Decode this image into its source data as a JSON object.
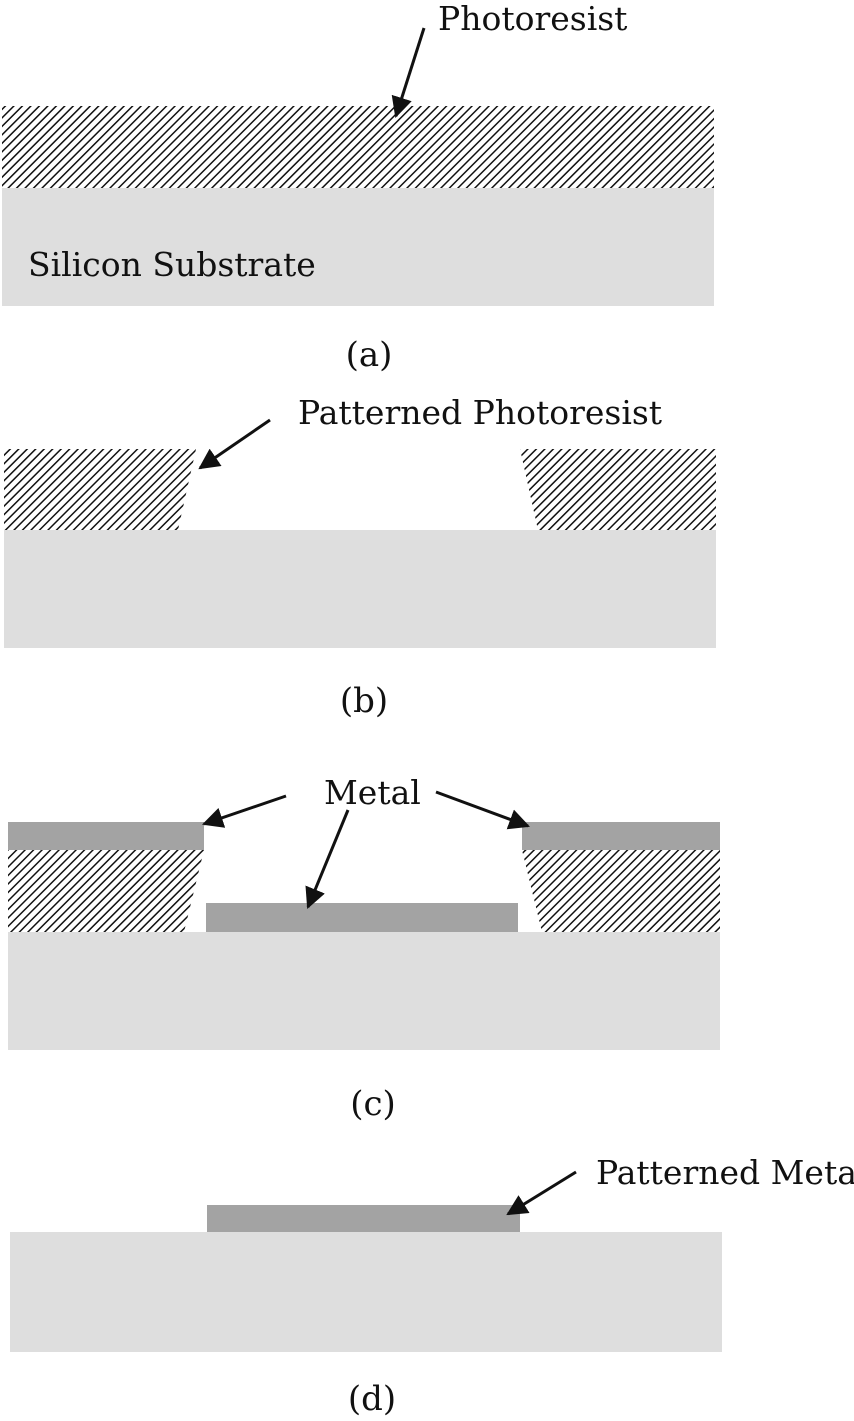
{
  "colors": {
    "substrate": "#dedede",
    "metal": "#a3a3a3",
    "hatch_line": "#111111",
    "text": "#111111",
    "arrow": "#111111"
  },
  "panels": {
    "a": {
      "caption": "(a)",
      "photoresist_label": "Photoresist",
      "substrate_label": "Silicon Substrate"
    },
    "b": {
      "caption": "(b)",
      "label": "Patterned Photoresist"
    },
    "c": {
      "caption": "(c)",
      "label": "Metal"
    },
    "d": {
      "caption": "(d)",
      "label": "Patterned Metal"
    }
  }
}
